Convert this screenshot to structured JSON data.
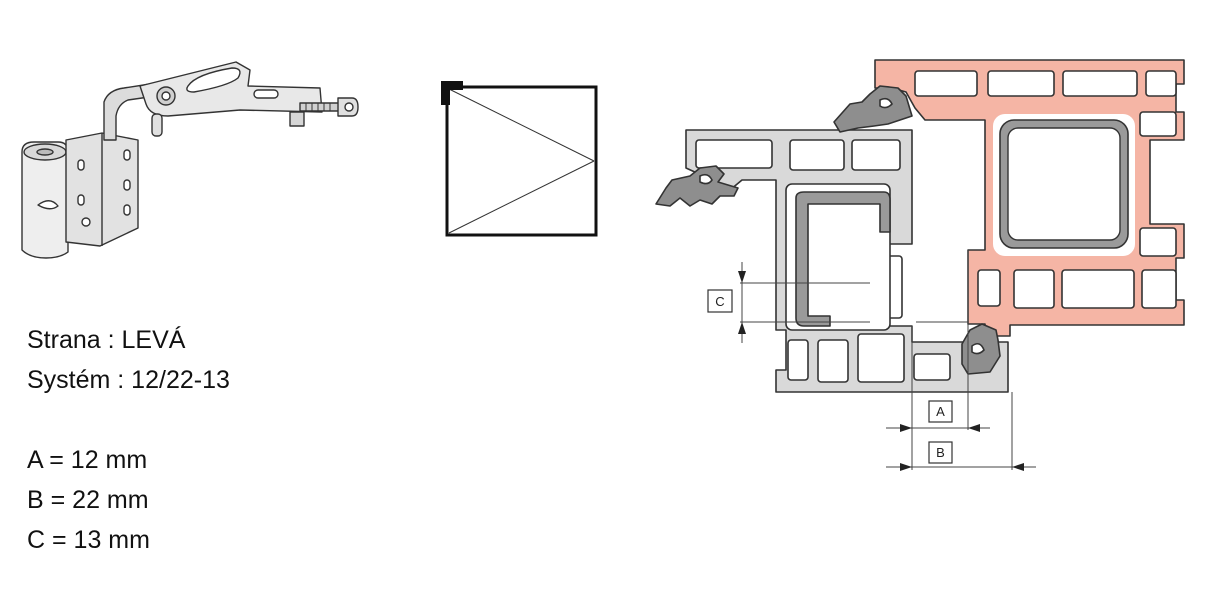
{
  "info": {
    "side": "Strana : LEVÁ",
    "system": "Systém : 12/22-13",
    "dim_a": "A = 12 mm",
    "dim_b": "B = 22 mm",
    "dim_c": "C = 13 mm"
  },
  "diagram": {
    "label_a": "A",
    "label_b": "B",
    "label_c": "C"
  },
  "colors": {
    "frame_gray": "#d9d9d9",
    "frame_stroke": "#333333",
    "sash_pink": "#f5b5a5",
    "gasket_gray": "#8e8e8e",
    "steel_gray": "#9a9a9a"
  }
}
